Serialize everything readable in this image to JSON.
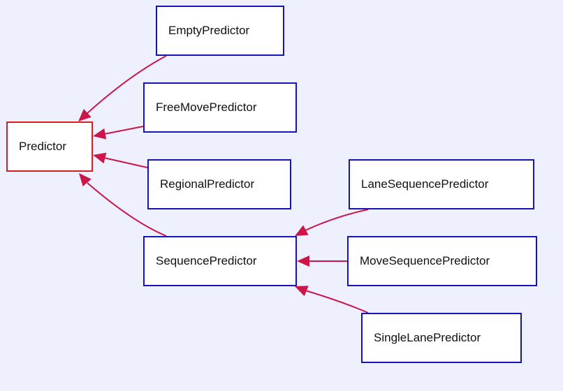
{
  "colors": {
    "background": "#eef0fe",
    "node_fill": "#ffffff",
    "node_border": "#1414b8",
    "root_border": "#d81e24",
    "edge": "#cc1548"
  },
  "nodes": {
    "predictor": "Predictor",
    "empty": "EmptyPredictor",
    "free_move": "FreeMovePredictor",
    "regional": "RegionalPredictor",
    "sequence": "SequencePredictor",
    "lane_sequence": "LaneSequencePredictor",
    "move_sequence": "MoveSequencePredictor",
    "single_lane": "SingleLanePredictor"
  },
  "edges": [
    {
      "from": "empty",
      "to": "predictor"
    },
    {
      "from": "free_move",
      "to": "predictor"
    },
    {
      "from": "regional",
      "to": "predictor"
    },
    {
      "from": "sequence",
      "to": "predictor"
    },
    {
      "from": "lane_sequence",
      "to": "sequence"
    },
    {
      "from": "move_sequence",
      "to": "sequence"
    },
    {
      "from": "single_lane",
      "to": "sequence"
    }
  ]
}
